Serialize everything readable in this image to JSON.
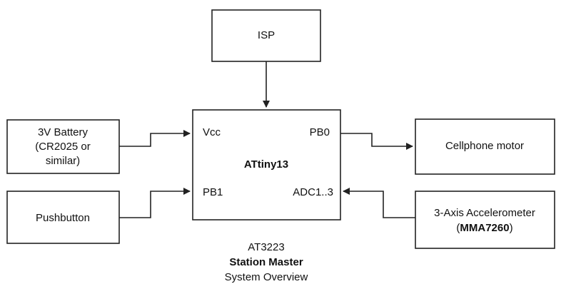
{
  "blocks": {
    "isp": "ISP",
    "battery": [
      "3V Battery",
      "(CR2025 or",
      "similar)"
    ],
    "pushbutton": "Pushbutton",
    "mcu": {
      "name": "ATtiny13",
      "pins": {
        "vcc": "Vcc",
        "pb0": "PB0",
        "pb1": "PB1",
        "adc": "ADC1..3"
      }
    },
    "motor": "Cellphone motor",
    "accel": {
      "line1": "3-Axis Accelerometer",
      "part_open": "(",
      "part": "MMA7260",
      "part_close": ")"
    }
  },
  "caption": {
    "line1": "AT3223",
    "line2": "Station Master",
    "line3": "System Overview"
  },
  "colors": {
    "stroke": "#222222",
    "text": "#111111",
    "background": "#ffffff"
  }
}
